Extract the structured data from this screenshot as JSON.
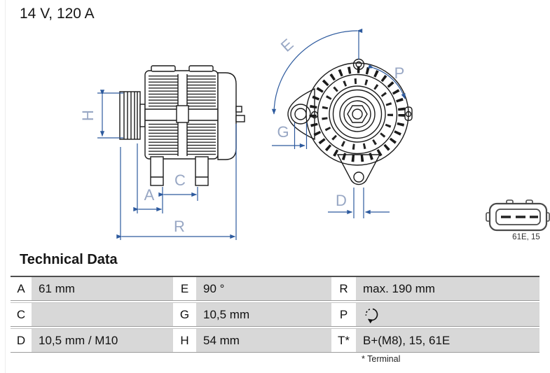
{
  "header": {
    "title": "14 V, 120 A"
  },
  "diagram": {
    "dimension_labels": {
      "H": "H",
      "A": "A",
      "C": "C",
      "R": "R",
      "E": "E",
      "G": "G",
      "P": "P",
      "D": "D"
    },
    "connector_label": "61E, 15",
    "colors": {
      "dimension_line_blue": "#2d5a9e",
      "dimension_letter_blue": "#98a7c4",
      "drawing_black": "#1a1a1a"
    }
  },
  "technical_data": {
    "heading": "Technical Data",
    "rows": [
      {
        "cells": [
          {
            "label": "A",
            "value": "61 mm"
          },
          {
            "label": "E",
            "value": "90 °"
          },
          {
            "label": "R",
            "value": "max. 190 mm"
          }
        ]
      },
      {
        "cells": [
          {
            "label": "C",
            "value": ""
          },
          {
            "label": "G",
            "value": "10,5 mm"
          },
          {
            "label": "P",
            "value": "",
            "icon": "rotation-clockwise"
          }
        ]
      },
      {
        "cells": [
          {
            "label": "D",
            "value": "10,5 mm / M10"
          },
          {
            "label": "H",
            "value": "54 mm"
          },
          {
            "label": "T*",
            "value": "B+(M8), 15, 61E"
          }
        ]
      }
    ],
    "footnote": "* Terminal",
    "cell_gray": "#d8d8d8"
  }
}
